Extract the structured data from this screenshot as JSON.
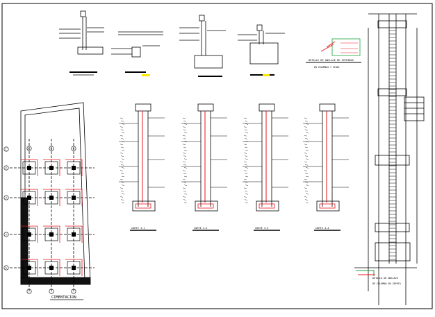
{
  "drawing": {
    "plan_title": "CIMENTACION",
    "axis_letters": [
      "A",
      "B",
      "C"
    ],
    "axis_numbers": [
      "1",
      "2",
      "3",
      "4",
      "5"
    ],
    "detail_label": "DETALLE DE ANCLAJE DE ESTRIBOS",
    "detail_sublabel": "EN COLUMNAS Y VIGAS",
    "column_detail_label": "DETALLE DE ANCLAJE",
    "column_detail_sublabel": "DE COLUMNA EN ZAPATA",
    "section_labels": [
      "CORTE 1-1",
      "CORTE 2-2",
      "CORTE 3-3",
      "CORTE 4-4"
    ],
    "colors": {
      "line": "#000000",
      "rebar": "#e8141b",
      "accent_green": "#1aa33a",
      "highlight": "#ffe800"
    }
  }
}
